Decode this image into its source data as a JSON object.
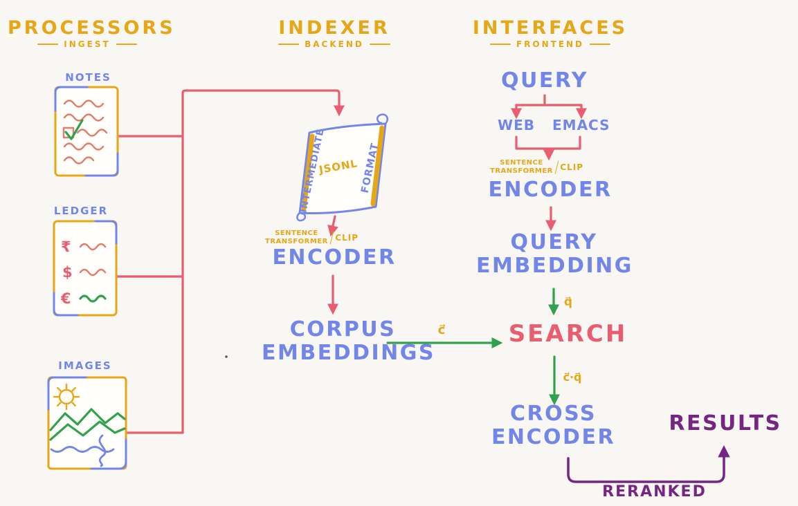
{
  "colors": {
    "bg": "#f8f7f3",
    "yellow": "#e7a615",
    "blue": "#7286ea",
    "red": "#e85d6f",
    "salmon": "#e57b66",
    "green": "#31a24c",
    "purple": "#772583",
    "paper": "#fffefa"
  },
  "sections": {
    "processors": {
      "title": "PROCESSORS",
      "subtitle": "INGEST"
    },
    "indexer": {
      "title": "INDEXER",
      "subtitle": "BACKEND"
    },
    "interfaces": {
      "title": "INTERFACES",
      "subtitle": "FRONTEND"
    }
  },
  "processors": {
    "notes": {
      "label": "NOTES"
    },
    "ledger": {
      "label": "LEDGER",
      "currency1": "₹",
      "currency2": "$",
      "currency3": "€"
    },
    "images": {
      "label": "IMAGES"
    }
  },
  "indexer": {
    "scroll": {
      "left_text": "INTERMEDIATE",
      "center_text": "JSONL",
      "right_text": "FORMAT"
    },
    "model": {
      "line1": "SENTENCE",
      "line2": "TRANSFORMER",
      "alt": "CLIP"
    },
    "encoder": "ENCODER",
    "corpus": {
      "line1": "CORPUS",
      "line2": "EMBEDDINGS"
    },
    "corpus_vector": "c⃗"
  },
  "interfaces": {
    "query": "QUERY",
    "clients": {
      "web": "WEB",
      "emacs": "EMACS"
    },
    "model": {
      "line1": "SENTENCE",
      "line2": "TRANSFORMER",
      "alt": "CLIP"
    },
    "encoder": "ENCODER",
    "query_embedding": {
      "line1": "QUERY",
      "line2": "EMBEDDING"
    },
    "query_vector": "q⃗",
    "search": "SEARCH",
    "similarity": "c⃗·q⃗",
    "cross_encoder": {
      "line1": "CROSS",
      "line2": "ENCODER"
    },
    "results": "RESULTS",
    "reranked": "RERANKED"
  }
}
